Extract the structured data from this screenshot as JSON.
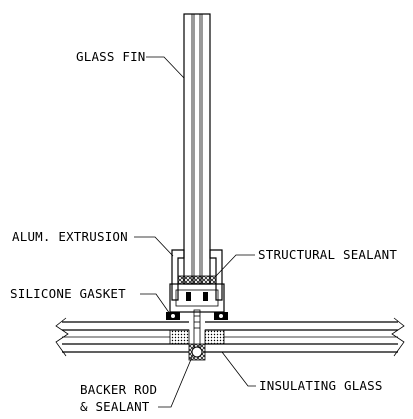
{
  "labels": {
    "glass_fin": "GLASS FIN",
    "alum_extrusion": "ALUM. EXTRUSION",
    "structural_sealant": "STRUCTURAL SEALANT",
    "silicone_gasket": "SILICONE GASKET",
    "backer_rod_line1": "BACKER ROD",
    "backer_rod_line2": "& SEALANT",
    "insulating_glass": "INSULATING GLASS"
  }
}
